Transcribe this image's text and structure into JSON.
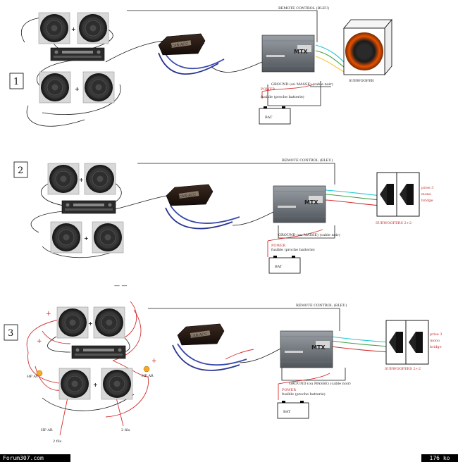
{
  "panels": [
    {
      "number": "1",
      "remote_label": "REMOTE CONTROL (BLEU)",
      "ground_label": "GROUND (ou MASSE) (cable noir)",
      "power_label": "POWER",
      "fuse_label": "fusible (proche batterie)",
      "battery_label": "BAT",
      "sub_label": "SUBWOOFER"
    },
    {
      "number": "2",
      "remote_label": "REMOTE CONTROL (BLEU)",
      "ground_label": "GROUND (ou MASSE) (cable noir)",
      "power_label": "POWER",
      "fuse_label": "fusible (proche batterie)",
      "battery_label": "BAT",
      "sub_label": "SUBWOOFERS 2+2",
      "side_label": [
        "prise 3",
        "mono",
        "bridge"
      ]
    },
    {
      "number": "3",
      "remote_label": "REMOTE CONTROL (BLEU)",
      "ground_label": "GROUND (ou MASSE) (cable noir)",
      "power_label": "POWER",
      "fuse_label": "fusible (proche batterie)",
      "battery_label": "BAT",
      "sub_label": "SUBWOOFERS 2+2",
      "side_label": [
        "prise 3",
        "mono",
        "bridge"
      ],
      "speaker_out_labels": [
        "HP AV",
        "HP AR",
        "HP AR"
      ],
      "tap_labels": [
        "2 fils",
        "2 fils"
      ]
    }
  ],
  "speaker_plus": "+",
  "amp_brand": "MTX",
  "converter_brand": "CAR-ACC",
  "loose_marks": "— —",
  "footer": {
    "site": "Forum307.com",
    "size": "176 ko"
  },
  "colors": {
    "wire_black": "#1a1a1a",
    "wire_red": "#d32f2f",
    "rca_blue": "#283593",
    "speaker_cyan": "#26c6da",
    "speaker_green": "#43a047",
    "sub_orange": "#e65100",
    "connector_yellow": "#f9a825"
  }
}
